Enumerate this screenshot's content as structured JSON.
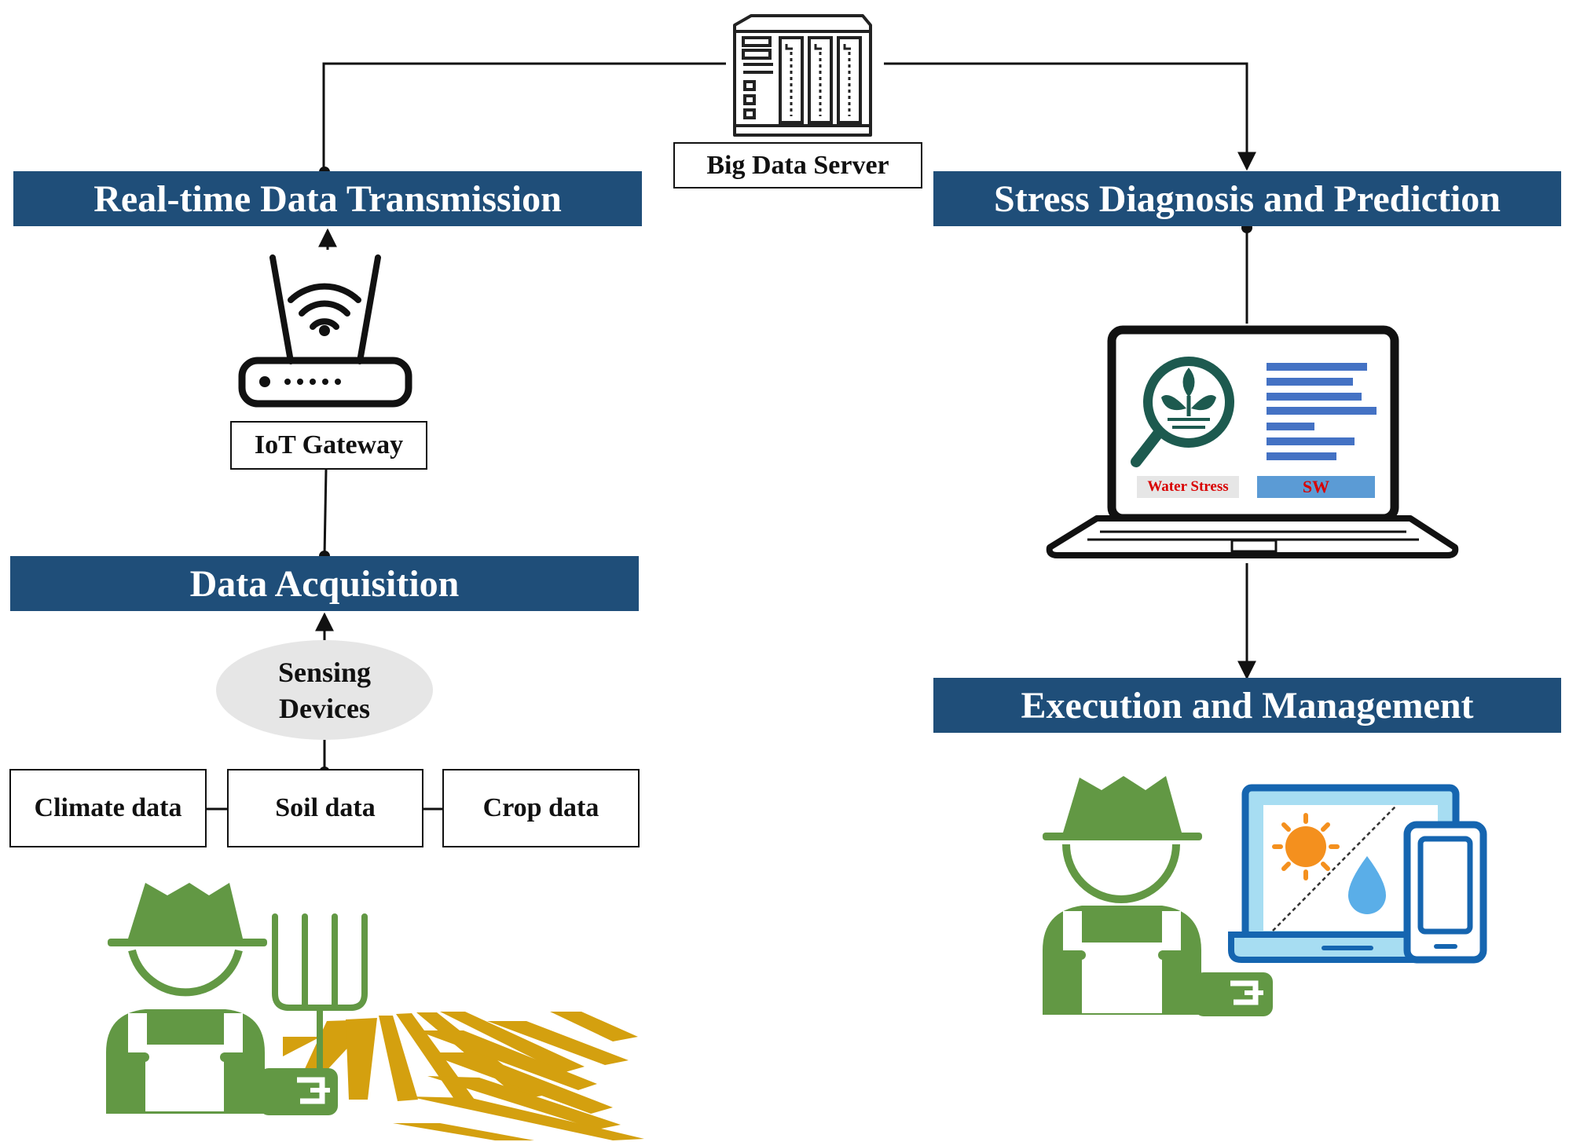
{
  "colors": {
    "banner": "#1f4e79",
    "farmer_green": "#629844",
    "field_gold": "#d4a00f",
    "device_blue": "#1565b0",
    "screen_blue": "#a7ddf2",
    "bar_blue": "#4472c4",
    "icon_teal": "#1d5a4f",
    "sun_orange": "#f4901e",
    "water_blue": "#5aaee8",
    "stress_red": "#d90000"
  },
  "stages": {
    "transmission": "Real-time Data Transmission",
    "stress": "Stress Diagnosis and Prediction",
    "acquisition": "Data Acquisition",
    "execution": "Execution and Management"
  },
  "nodes": {
    "server": "Big Data Server",
    "gateway": "IoT Gateway",
    "sensing_line1": "Sensing",
    "sensing_line2": "Devices",
    "climate": "Climate data",
    "soil": "Soil data",
    "crop": "Crop data"
  },
  "laptop_screen": {
    "water_stress": "Water Stress",
    "sw": "SW"
  },
  "icons": {
    "server": "server-rack-icon",
    "router": "wifi-router-icon",
    "laptop": "laptop-icon",
    "plant_search": "plant-magnifier-icon",
    "farmer_left": "farmer-icon",
    "pitchfork": "pitchfork-icon",
    "field": "crop-field-icon",
    "farmer_right": "farmer-icon",
    "tablet": "tablet-icon",
    "phone": "smartphone-icon",
    "sun": "sun-icon",
    "water_drop": "water-drop-icon"
  }
}
